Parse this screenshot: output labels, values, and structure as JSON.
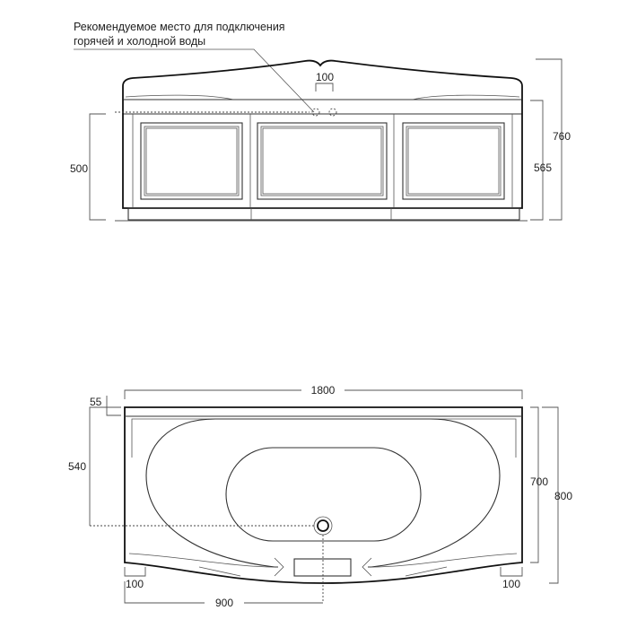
{
  "note": {
    "line1": "Рекомендуемое место для подключения",
    "line2": "горячей и холодной воды"
  },
  "front_view": {
    "dim_pipe_spacing": "100",
    "dim_pipe_height": "500",
    "dim_rim_height": "565",
    "dim_total_height": "760"
  },
  "top_view": {
    "dim_length": "1800",
    "dim_ledge": "55",
    "dim_drain_depth": "540",
    "dim_inner_width": "700",
    "dim_total_width": "800",
    "dim_left_offset": "100",
    "dim_right_offset": "100",
    "dim_drain_center": "900"
  }
}
